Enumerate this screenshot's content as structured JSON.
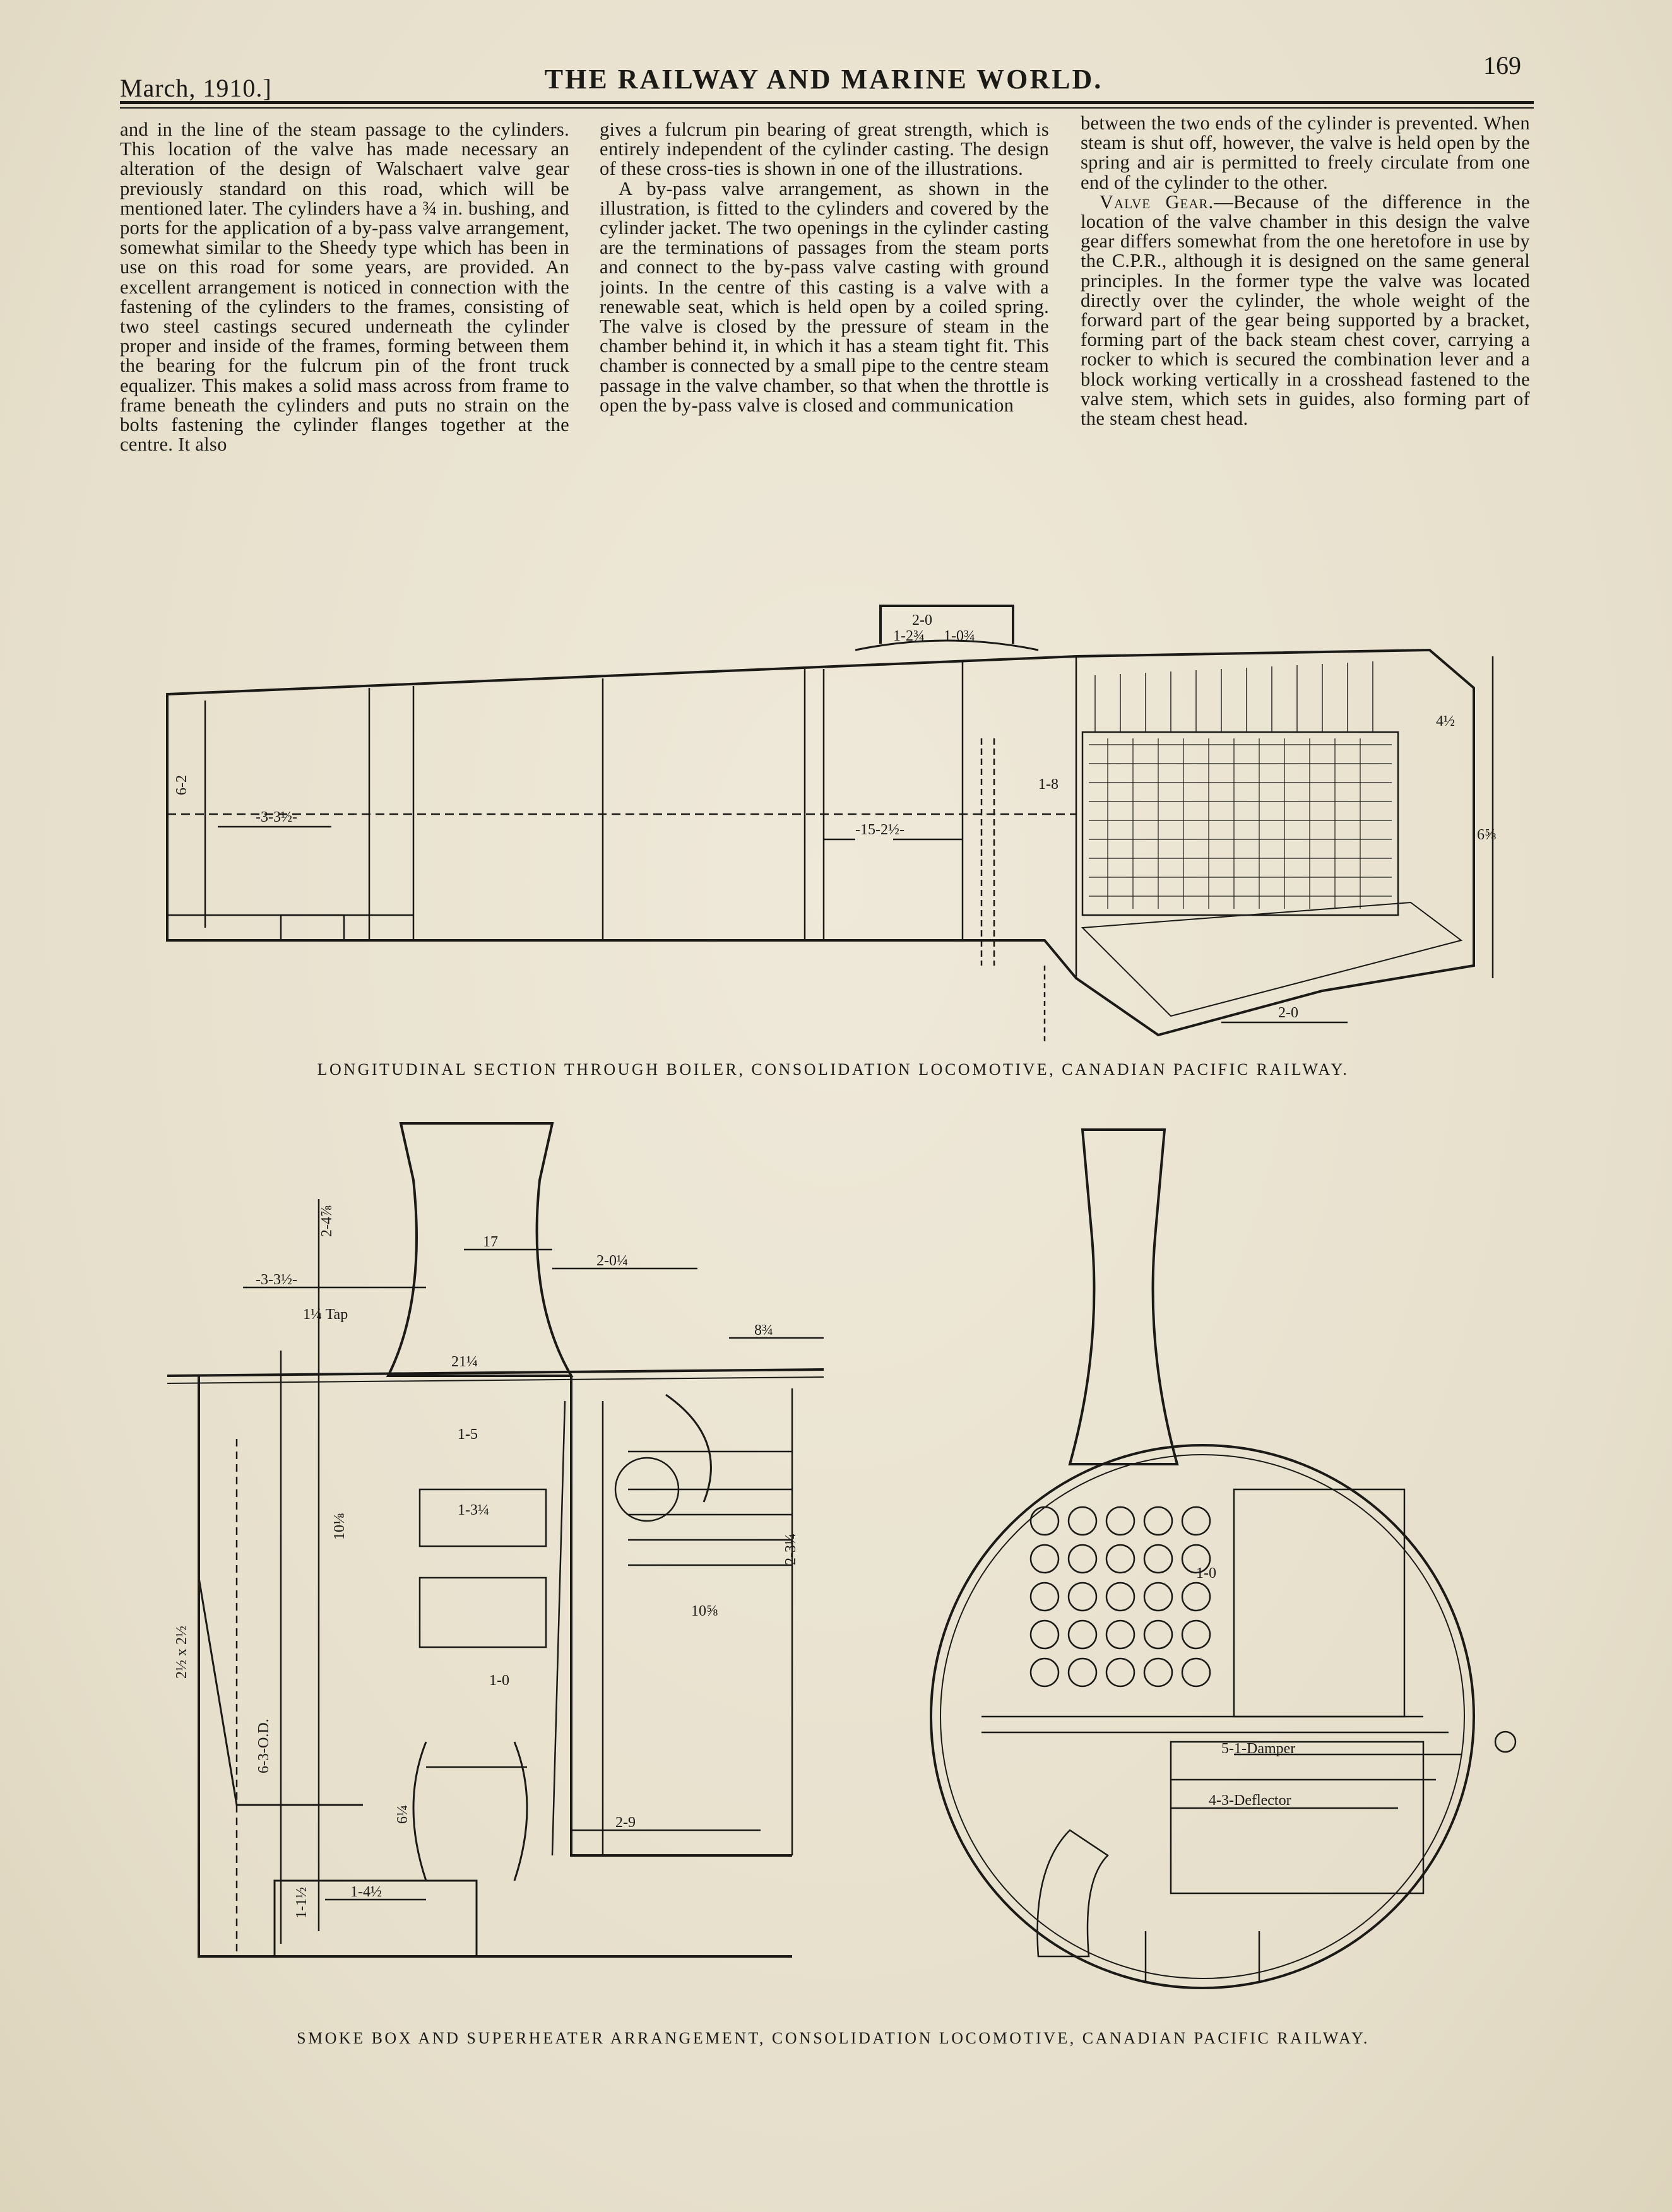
{
  "header": {
    "date": "March, 1910.]",
    "title": "THE RAILWAY AND MARINE WORLD.",
    "page_number": "169"
  },
  "columns": [
    {
      "paragraphs": [
        "and in the line of the steam passage to the cylinders. This location of the valve has made necessary an alteration of the design of Walschaert valve gear previously standard on this road, which will be mentioned later. The cylinders have a ¾ in. bushing, and ports for the application of a by-pass valve arrangement, somewhat similar to the Sheedy type which has been in use on this road for some years, are provided. An excellent arrangement is noticed in connection with the fastening of the cylinders to the frames, consisting of two steel castings secured underneath the cylinder proper and inside of the frames, forming between them the bearing for the fulcrum pin of the front truck equalizer. This makes a solid mass across from frame to frame beneath the cylinders and puts no strain on the bolts fastening the cylinder flanges together at the centre. It also"
      ]
    },
    {
      "paragraphs": [
        "gives a fulcrum pin bearing of great strength, which is entirely independent of the cylinder casting. The design of these cross-ties is shown in one of the illustrations.",
        "A by-pass valve arrangement, as shown in the illustration, is fitted to the cylinders and covered by the cylinder jacket. The two openings in the cylinder casting are the terminations of passages from the steam ports and connect to the by-pass valve casting with ground joints. In the centre of this casting is a valve with a renewable seat, which is held open by a coiled spring. The valve is closed by the pressure of steam in the chamber behind it, in which it has a steam tight fit. This chamber is connected by a small pipe to the centre steam passage in the valve chamber, so that when the throttle is open the by-pass valve is closed and communication"
      ]
    },
    {
      "paragraphs": [
        "between the two ends of the cylinder is prevented. When steam is shut off, however, the valve is held open by the spring and air is permitted to freely circulate from one end of the cylinder to the other."
      ],
      "valve_gear_heading": "Valve Gear.",
      "valve_gear_text": "—Because of the difference in the location of the valve chamber in this design the valve gear differs somewhat from the one heretofore in use by the C.P.R., although it is designed on the same general principles. In the former type the valve was located directly over the cylinder, the whole weight of the forward part of the gear being supported by a bracket, forming part of the back steam chest cover, carrying a rocker to which is secured the combination lever and a block working vertically in a crosshead fastened to the valve stem, which sets in guides, also forming part of the steam chest head."
    }
  ],
  "figures": {
    "boiler_caption": "LONGITUDINAL SECTION THROUGH BOILER, CONSOLIDATION LOCOMOTIVE, CANADIAN PACIFIC RAILWAY.",
    "smokebox_caption": "SMOKE BOX AND SUPERHEATER ARRANGEMENT, CONSOLIDATION LOCOMOTIVE, CANADIAN PACIFIC RAILWAY.",
    "boiler_labels": {
      "d1": "-3-3½-",
      "d2": "6-2",
      "d3": "-15-2½-",
      "d4": "2-0",
      "d5": "1-2¾",
      "d6": "1-0¾",
      "d7": "1-8",
      "d8": "2-0",
      "d9": "4½",
      "d10": "6⅝"
    },
    "smokebox_labels": {
      "a": "2-4⅞",
      "b": "-3-3½-",
      "c": "17",
      "d": "2-0¼",
      "e": "1¼ Tap",
      "f": "21¼",
      "g": "8¾",
      "h": "1-5",
      "i": "1-3¼",
      "j": "10⅛",
      "k": "2-3¼",
      "l": "10⅝",
      "m": "6-3-O.D.",
      "n": "2½ x 2½",
      "o": "1-0",
      "p": "2-9",
      "q": "1-4½",
      "r": "1-1½",
      "s": "6¼",
      "t": "1-0",
      "damper": "5-1-Damper",
      "deflector": "4-3-Deflector"
    }
  }
}
